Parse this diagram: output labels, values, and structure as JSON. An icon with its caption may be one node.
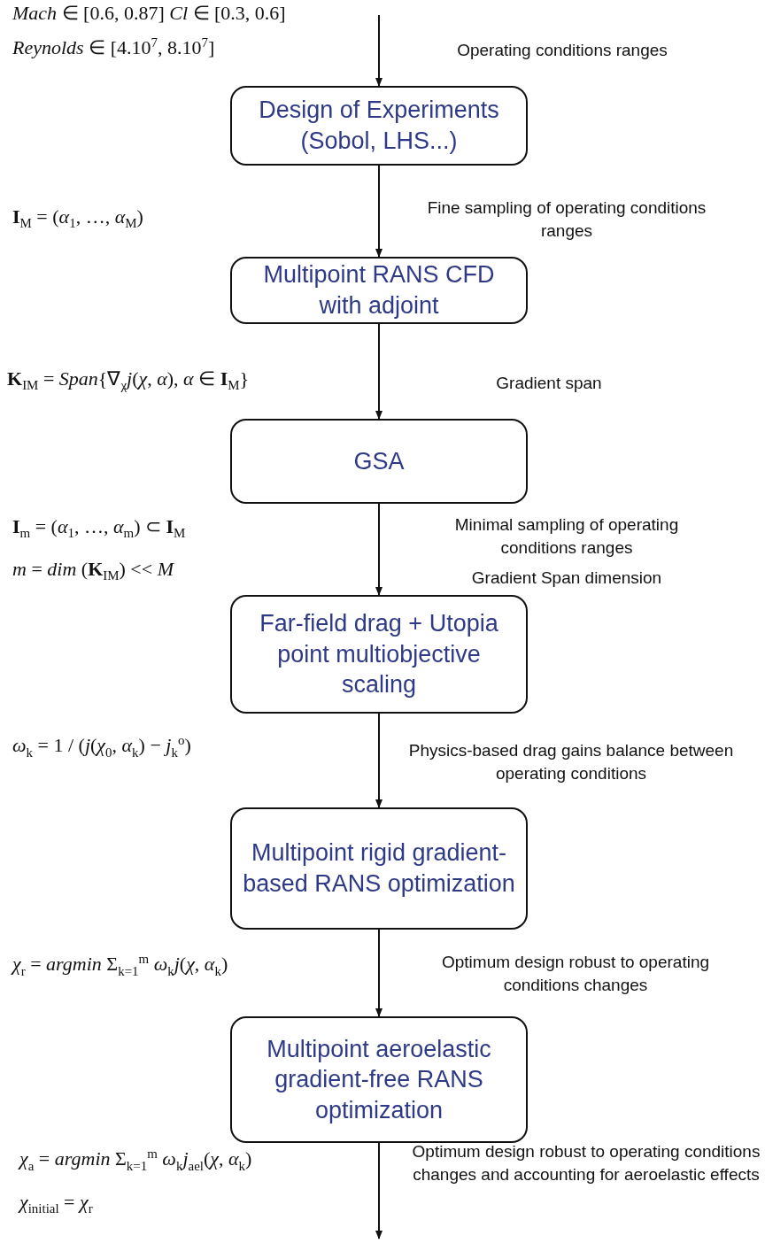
{
  "diagram": {
    "nodes": [
      {
        "text": [
          "Design of Experiments (Sobol, LHS...)"
        ]
      },
      {
        "text": [
          "Multipoint RANS CFD with adjoint"
        ]
      },
      {
        "text": [
          "GSA"
        ]
      },
      {
        "text": [
          "Far-field drag + Utopia point multiobjective scaling"
        ]
      },
      {
        "text": [
          "Multipoint rigid gradient-based RANS optimization"
        ]
      },
      {
        "text": [
          "Multipoint aeroelastic gradient-free RANS optimization"
        ]
      }
    ],
    "edges": [
      {
        "from": null,
        "to": 0,
        "arrow": "to"
      },
      {
        "from": 0,
        "to": 1,
        "arrow": "to"
      },
      {
        "from": 1,
        "to": 2,
        "arrow": "to"
      },
      {
        "from": 2,
        "to": 3,
        "arrow": "to"
      },
      {
        "from": 3,
        "to": 4,
        "arrow": "to"
      },
      {
        "from": 4,
        "to": 5,
        "arrow": "to"
      },
      {
        "from": 5,
        "to": null,
        "arrow": "to"
      }
    ],
    "labels": [
      "*Mach* ∈ [0.6, 0.87]  *Cl* ∈ [0.3, 0.6]",
      "*Reynolds* ∈ [4.10$^{7}$, 8.10$^{7}$]",
      "Operating conditions ranges",
      "**I**$_{M}$ = (*α*$_{1}$, …, *α*$_{M}$)",
      "Fine sampling of operating conditions ranges",
      "**K**$_{IM}$ = *Span*{∇$_{χ}$*j*(*χ*, *α*), *α* ∈ **I**$_{M}$}",
      "Gradient span",
      "**I**$_{m}$ = (*α*$_{1}$, …, *α*$_{m}$) ⊂ **I**$_{M}$",
      "Minimal sampling of operating conditions ranges",
      "*m* = *dim* (**K**$_{IM}$) << *M*",
      "Gradient Span dimension",
      "*ω*$_{k}$ = 1 / (*j*(*χ*$_{0}$, *α*$_{k}$) − *j*$_{k}$$^{o}$)",
      "Physics-based drag gains balance between operating conditions",
      "*χ*$_{r}$ = *argmin* Σ$_{k=1}$$^{m}$ *ω*$_{k}$*j*(*χ*, *α*$_{k}$)",
      "Optimum design robust to operating conditions changes",
      "*χ*$_{a}$ = *argmin* Σ$_{k=1}$$^{m}$ *ω*$_{k}$*j*$_{ael}$(*χ*, *α*$_{k}$)",
      "*χ*$_{initial}$ = *χ*$_{r}$",
      "Optimum design robust to operating conditions changes and accounting for aeroelastic effects"
    ]
  }
}
